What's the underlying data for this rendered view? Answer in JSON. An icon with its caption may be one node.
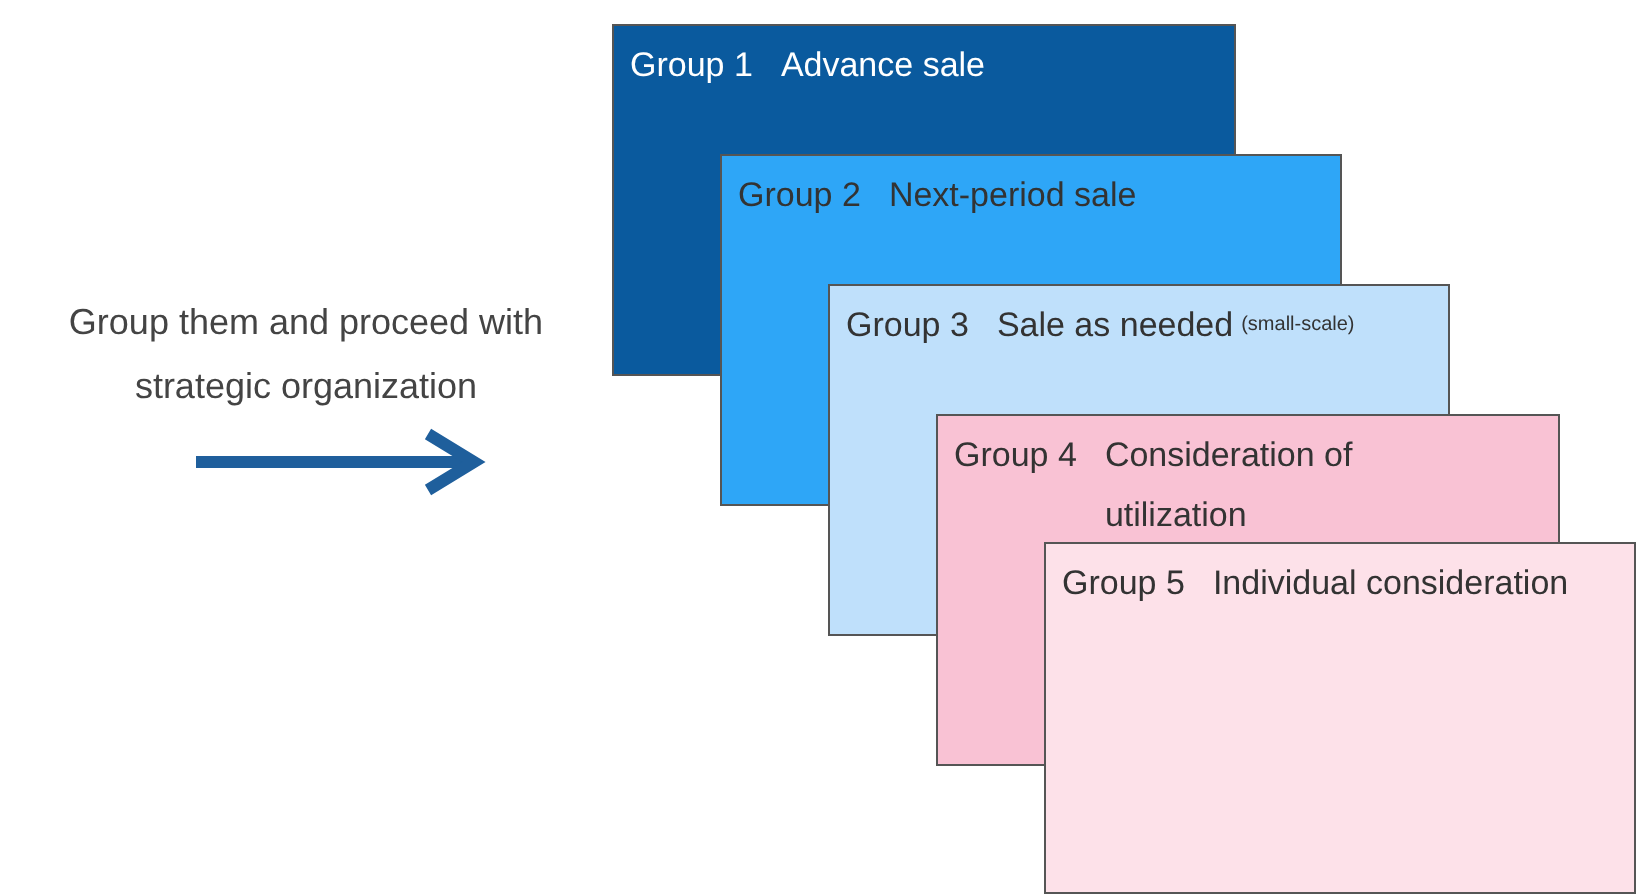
{
  "diagram": {
    "nodes": [
      {
        "text": [
          "Group 1",
          "Advance sale"
        ]
      },
      {
        "text": [
          "Group 2",
          "Next-period sale"
        ]
      },
      {
        "text": [
          "Group 3",
          "Sale as needed",
          "(small-scale)"
        ]
      },
      {
        "text": [
          "Group 4",
          "Consideration of utilization"
        ]
      },
      {
        "text": [
          "Group 5",
          "Individual consideration"
        ]
      }
    ],
    "labels": [
      "Group them and proceed with strategic organization"
    ]
  }
}
